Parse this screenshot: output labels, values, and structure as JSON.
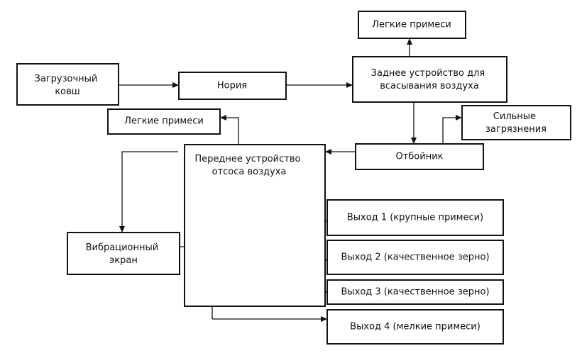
{
  "nodes": {
    "loading_bucket": [
      "Загрузочный",
      "ковш"
    ],
    "noria": [
      "Нория"
    ],
    "rear_suction": [
      "Заднее устройство для",
      "всасывания воздуха"
    ],
    "light_top": [
      "Легкие примеси"
    ],
    "heavy": [
      "Сильные",
      "загрязнения"
    ],
    "deflector": [
      "Отбойник"
    ],
    "front_suction": [
      "Переднее устройство",
      "отсоса воздуха"
    ],
    "light_left": [
      "Легкие примеси"
    ],
    "vibro_screen": [
      "Вибрационный",
      "экран"
    ],
    "out1": [
      "Выход 1 (крупные примеси)"
    ],
    "out2": [
      "Выход 2 (качественное зерно)"
    ],
    "out3": [
      "Выход 3 (качественное зерно)"
    ],
    "out4": [
      "Выход 4 (мелкие примеси)"
    ]
  }
}
